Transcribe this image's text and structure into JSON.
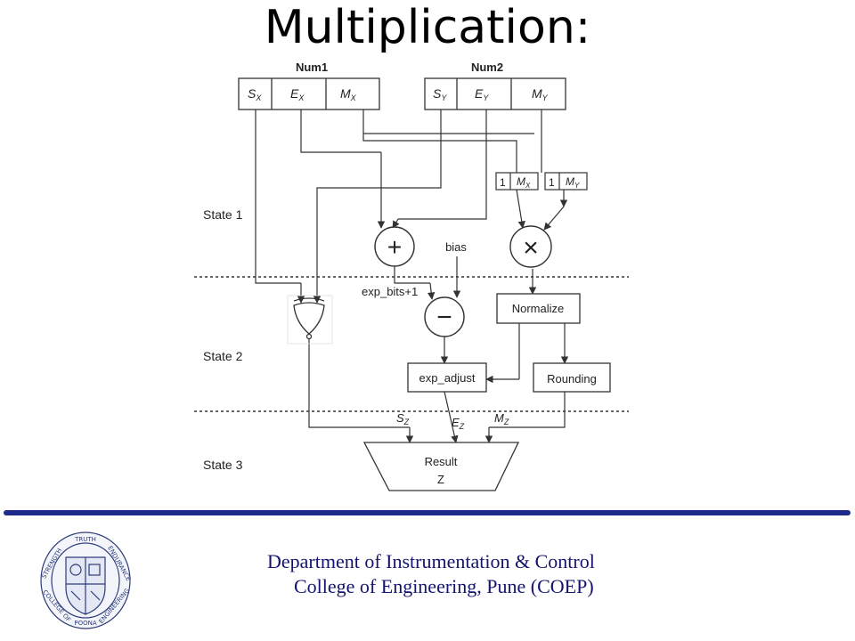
{
  "slide": {
    "title": "Multiplication:"
  },
  "diagram": {
    "num1_label": "Num1",
    "num2_label": "Num2",
    "num1_fields": [
      "S",
      "E",
      "M"
    ],
    "num1_sub": "X",
    "num2_fields": [
      "S",
      "E",
      "M"
    ],
    "num2_sub": "Y",
    "hidden_one": "1",
    "mx_label": "M",
    "my_label": "M",
    "bias_label": "bias",
    "exp_bits_label": "exp_bits+1",
    "normalize_label": "Normalize",
    "exp_adjust_label": "exp_adjust",
    "rounding_label": "Rounding",
    "sz_label": "S",
    "ez_label": "E",
    "mz_label": "M",
    "z_sub": "Z",
    "result_label": "Result",
    "result_sub": "Z",
    "states": [
      "State 1",
      "State 2",
      "State 3"
    ],
    "adder_symbol": "+",
    "subtractor_symbol": "−",
    "multiplier_symbol": "×"
  },
  "footer": {
    "department": "Department of Instrumentation & Control",
    "college": "College of Engineering, Pune (COEP)",
    "logo_top_text": "TRUTH",
    "logo_left_text": "STRENGTH",
    "logo_right_text": "ENDURANCE",
    "logo_bottom_left": "COLLEGE OF",
    "logo_bottom_right": "ENGINEERING",
    "logo_bottom": "POONA"
  },
  "colors": {
    "footer_text": "#14146e",
    "divider": "#1f2a8a",
    "stroke": "#333333"
  }
}
